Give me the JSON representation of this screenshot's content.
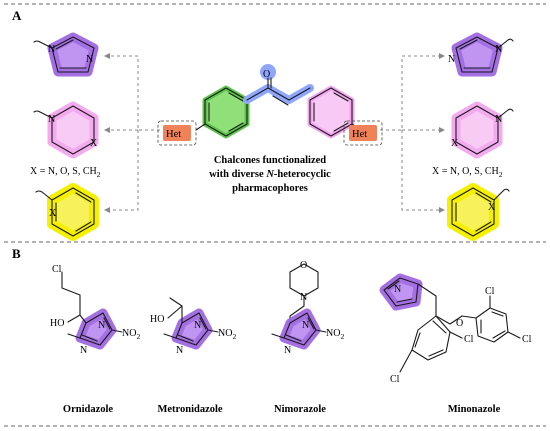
{
  "panels": {
    "a_label": "A",
    "b_label": "B"
  },
  "panel_a": {
    "caption_line1": "Chalcones functionalized",
    "caption_line2_pre": "with diverse ",
    "caption_line2_italic": "N",
    "caption_line2_post": "-heterocyclic",
    "caption_line3": "pharmacophores",
    "het_left": "Het",
    "het_right": "Het",
    "carbonyl_atom": "O",
    "x_def_left": "X = N, O, S, CH",
    "x_def_right": "X = N, O, S, CH",
    "x_def_sub": "2",
    "atom_N": "N",
    "atom_X": "X"
  },
  "panel_b": {
    "drugs": [
      {
        "name": "Ornidazole"
      },
      {
        "name": "Metronidazole"
      },
      {
        "name": "Nimorazole"
      },
      {
        "name": "Minonazole"
      }
    ],
    "atom_labels": {
      "cl": "Cl",
      "ho": "HO",
      "o": "O",
      "n": "N",
      "no2": "NO",
      "no2_sub": "2"
    }
  },
  "colors": {
    "purple": "#b98af0",
    "pink": "#f8c9f4",
    "yellow": "#f7f25a",
    "green": "#90e07a",
    "blue": "#8fa6ff",
    "het_orange": "#f0825a"
  }
}
